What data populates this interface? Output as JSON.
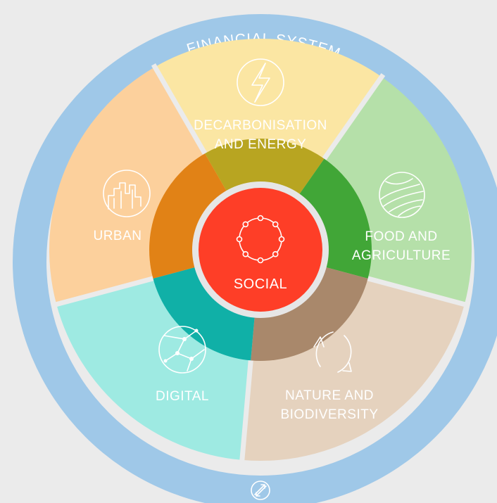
{
  "ring_label": "FINANCIAL SYSTEM",
  "center": {
    "label": "SOCIAL",
    "icon": "people-circle-icon"
  },
  "sectors": [
    {
      "id": "decarbonisation",
      "lines": [
        "DECARBONISATION",
        "AND ENERGY"
      ],
      "icon": "lightning-bolt-icon",
      "outer_color": "#fbe6a3",
      "inner_color": "#b8a521"
    },
    {
      "id": "food",
      "lines": [
        "FOOD AND",
        "AGRICULTURE"
      ],
      "icon": "field-icon",
      "outer_color": "#b5e0a9",
      "inner_color": "#41a637"
    },
    {
      "id": "nature",
      "lines": [
        "NATURE AND",
        "BIODIVERSITY"
      ],
      "icon": "cycle-arrows-icon",
      "outer_color": "#e5d2be",
      "inner_color": "#a9886b"
    },
    {
      "id": "digital",
      "lines": [
        "DIGITAL"
      ],
      "icon": "network-globe-icon",
      "outer_color": "#9eeae2",
      "inner_color": "#10b0a7"
    },
    {
      "id": "urban",
      "lines": [
        "URBAN"
      ],
      "icon": "buildings-icon",
      "outer_color": "#fcd09c",
      "inner_color": "#e18216"
    }
  ],
  "colors": {
    "ring": "#9fc8e8",
    "social": "#fe3e27",
    "background": "#ebebeb"
  },
  "bottom_icon": "exchange-arrows-icon"
}
